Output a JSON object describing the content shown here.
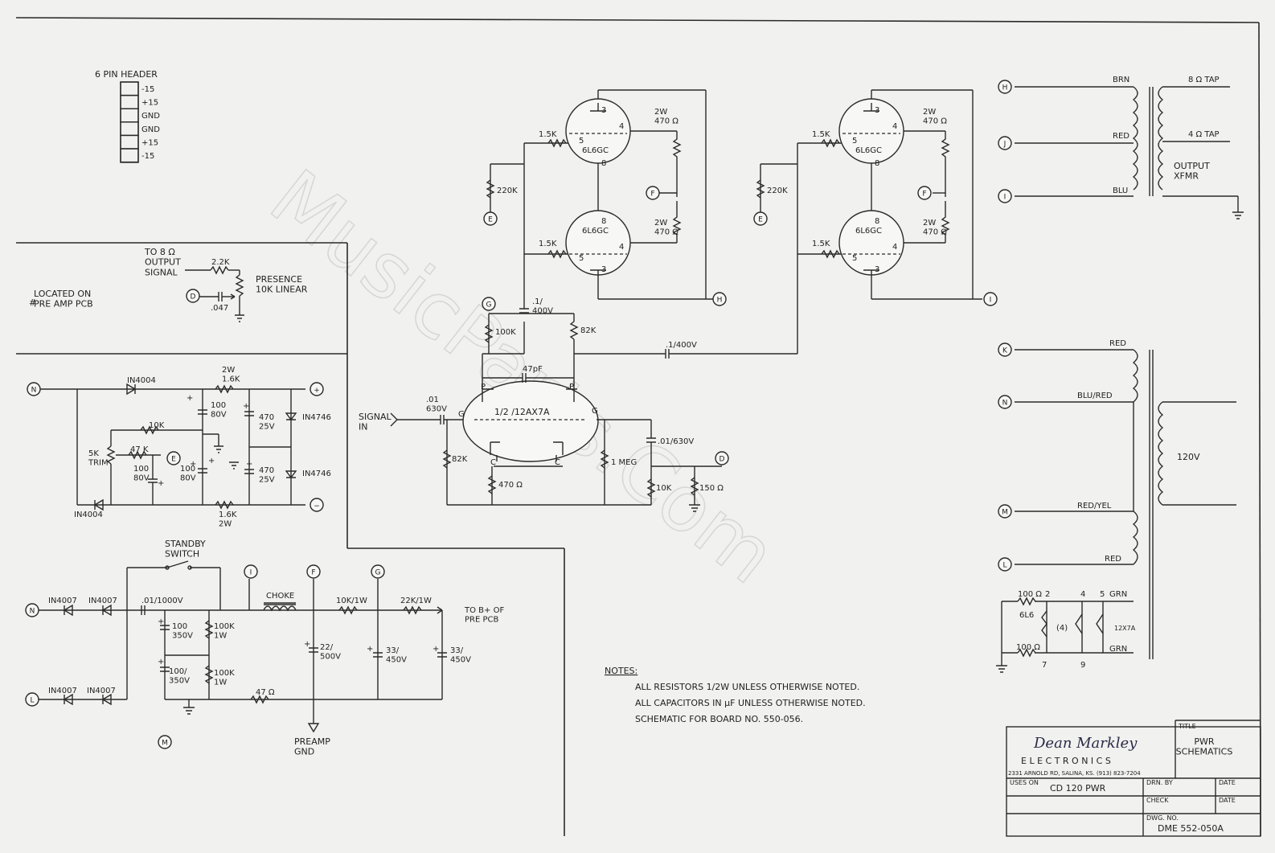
{
  "header": {
    "title": "6 PIN HEADER",
    "pins": [
      "-15",
      "+15",
      "GND",
      "GND",
      "+15",
      "-15"
    ]
  },
  "presence": {
    "output_label": "TO 8 Ω\nOUTPUT\nSIGNAL",
    "r1": "2.2K",
    "pot": "PRESENCE\n10K LINEAR",
    "cap": ".047",
    "note": "LOCATED ON\nPRE AMP PCB"
  },
  "supply": {
    "d1": "IN4004",
    "d2": "IN4004",
    "r_top": "2W\n1.6K",
    "r_bot": "1.6K\n2W",
    "c1": "100\n80V",
    "c2": "100\n80V",
    "c3": "100\n80V",
    "c4": "470\n25V",
    "c5": "470\n25V",
    "z1": "IN4746",
    "z2": "IN4746",
    "r10k": "10K",
    "r47k": "47 K",
    "trim": "5K\nTRIM"
  },
  "hv": {
    "standby": "STANDBY\nSWITCH",
    "diodes": [
      "IN4007",
      "IN4007",
      "IN4007",
      "IN4007"
    ],
    "cap_series": ".01/1000V",
    "c1": "100\n350V",
    "c2": "100/\n350V",
    "r1": "100K\n1W",
    "r2": "100K\n1W",
    "choke": "CHOKE",
    "r47": "47 Ω",
    "r10k": "10K/1W",
    "r22k": "22K/1W",
    "c3": "22/\n500V",
    "c4": "33/\n450V",
    "c5": "33/\n450V",
    "to_b": "TO B+ OF\nPRE PCB",
    "preamp_gnd": "PREAMP\nGND"
  },
  "preamp": {
    "signal_in": "SIGNAL\nIN",
    "cin": ".01\n630V",
    "tube": "1/2 /12AX7A",
    "r82a": "82K",
    "r82b": "82K",
    "r100k": "100K",
    "c_coup1": ".1/\n400V",
    "c_coup2": ".1/400V",
    "c47": "47pF",
    "rk": "470 Ω",
    "r1meg": "1 MEG",
    "cout": ".01/630V",
    "r10k": "10K",
    "r150": "150 Ω",
    "pins": {
      "p": "P",
      "g": "G",
      "c": "C"
    }
  },
  "power": {
    "tube": "6L6GC",
    "r_grid": "1.5K",
    "r_screen": "2W\n470 Ω",
    "r_bias": "220K"
  },
  "terminals": [
    "N",
    "M",
    "L",
    "E",
    "D",
    "F",
    "G",
    "H",
    "I",
    "J",
    "K"
  ],
  "output_xfmr": {
    "label": "OUTPUT\nXFMR",
    "wires": [
      "BRN",
      "RED",
      "BLU"
    ],
    "taps": [
      "8 Ω  TAP",
      "4 Ω  TAP"
    ]
  },
  "power_xfmr": {
    "wires": [
      "RED",
      "BLU/RED",
      "RED/YEL",
      "RED"
    ],
    "primary": "120V"
  },
  "heater": {
    "r1": "100 Ω",
    "r2": "100 Ω",
    "tube": "6L6",
    "count": "(4)",
    "t2": "12X7A",
    "pins": [
      "2",
      "4",
      "5",
      "7",
      "9"
    ],
    "grn": "GRN"
  },
  "notes": {
    "heading": "NOTES:",
    "lines": [
      "ALL  RESISTORS  1/2W  UNLESS  OTHERWISE  NOTED.",
      "ALL  CAPACITORS  IN  µF  UNLESS  OTHERWISE  NOTED.",
      "SCHEMATIC  FOR  BOARD  NO.  550-056."
    ]
  },
  "title_block": {
    "company_sig": "Dean Markley",
    "company": "E L E C T R O N I C S",
    "address": "2331 ARNOLD RD, SALINA, KS. (913) 823-7204",
    "title_label": "TITLE",
    "title": "PWR\nSCHEMATICS",
    "uses_on_label": "USES ON",
    "uses_on": "CD 120  PWR",
    "drawn_by": "DRN. BY",
    "check": "CHECK",
    "date1": "DATE",
    "date2": "DATE",
    "dwg_no_label": "DWG. NO.",
    "dwg_no": "DME 552-050A"
  },
  "watermark": "MusicParts.Com"
}
